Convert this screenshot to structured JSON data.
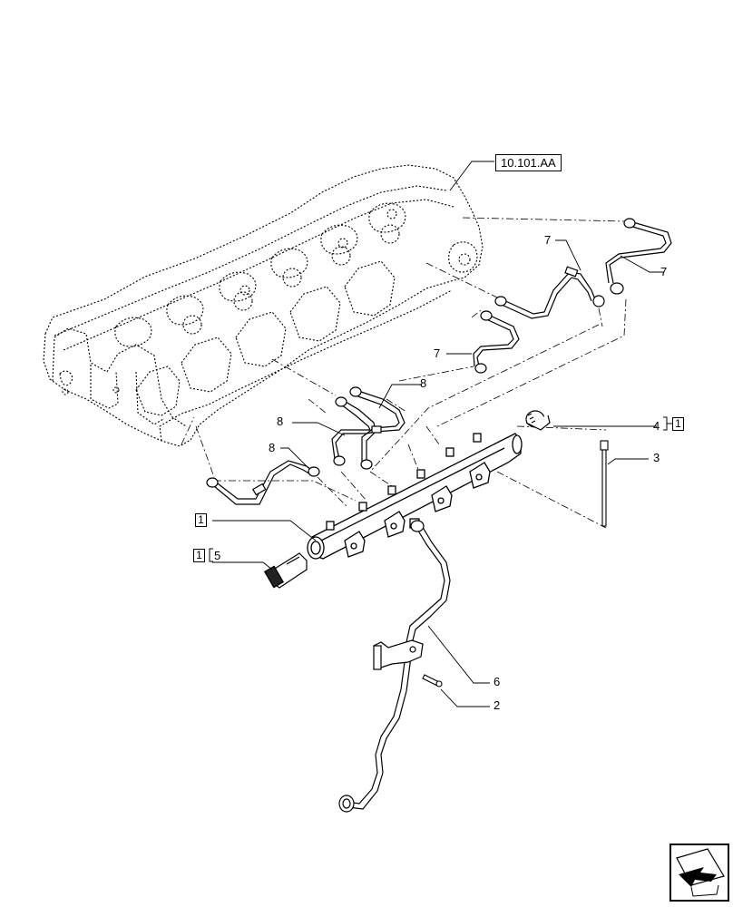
{
  "reference": "10.101.AA",
  "callouts": {
    "c1": "1",
    "c2": "2",
    "c3": "3",
    "c4": "4",
    "c5": "5",
    "c6": "6",
    "c7a": "7",
    "c7b": "7",
    "c7c": "7",
    "c8a": "8",
    "c8b": "8",
    "c8c": "8"
  },
  "boxed": {
    "b1_rail": "1",
    "b1_sensor": "1",
    "b1_plug": "1"
  },
  "icons": [
    "navigation-arrow-icon"
  ]
}
